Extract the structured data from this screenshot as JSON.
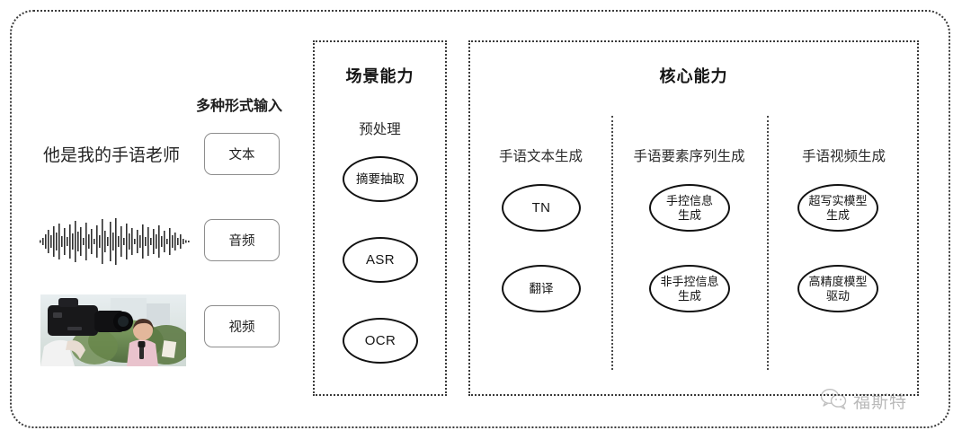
{
  "diagram": {
    "input_section": {
      "heading": "多种形式输入",
      "sample_text": "他是我的手语老师",
      "chips": [
        {
          "label": "文本",
          "icon": "text-icon"
        },
        {
          "label": "音频",
          "icon": "waveform-icon"
        },
        {
          "label": "视频",
          "icon": "video-thumbnail-icon"
        }
      ]
    },
    "scene_panel": {
      "title": "场景能力",
      "groups": [
        {
          "label": "预处理",
          "nodes": [
            "摘要抽取",
            "ASR",
            "OCR"
          ]
        }
      ]
    },
    "core_panel": {
      "title": "核心能力",
      "columns": [
        {
          "label": "手语文本生成",
          "nodes": [
            "TN",
            "翻译"
          ]
        },
        {
          "label": "手语要素序列生成",
          "nodes": [
            "手控信息\n生成",
            "非手控信息\n生成"
          ]
        },
        {
          "label": "手语视频生成",
          "nodes": [
            "超写实模型\n生成",
            "高精度模型\n驱动"
          ]
        }
      ]
    },
    "watermark": {
      "text": "福斯特",
      "icon": "wechat-icon"
    },
    "colors": {
      "border": "#3a3a3a",
      "node_stroke": "#111111",
      "chip_border": "#8d8d8d",
      "text": "#1a1a1a",
      "background": "#ffffff"
    }
  }
}
